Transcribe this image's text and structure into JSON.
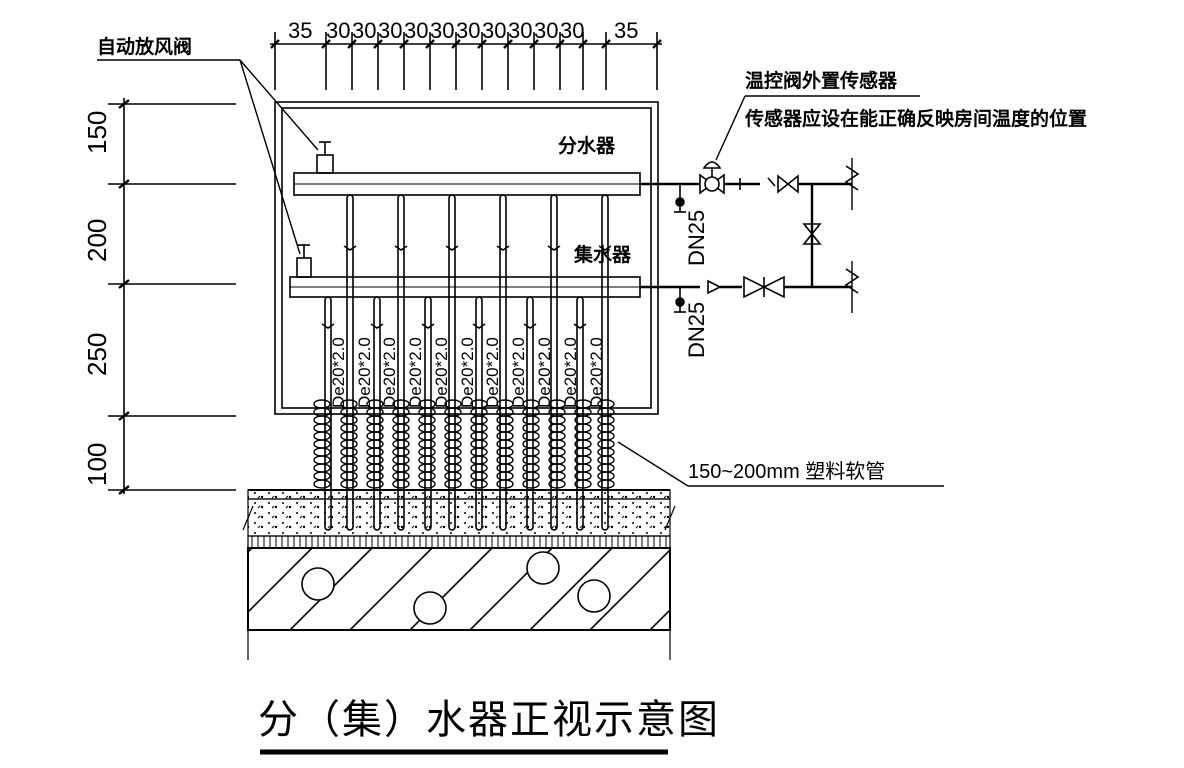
{
  "title": "分（集）水器正视示意图",
  "labels": {
    "auto_vent_valve": "自动放风阀",
    "supply_manifold": "分水器",
    "return_manifold": "集水器",
    "sensor_title": "温控阀外置传感器",
    "sensor_note": "传感器应设在能正确反映房间温度的位置",
    "soft_pipe": "150~200mm 塑料软管",
    "dn_supply": "DN25",
    "dn_return": "DN25",
    "pipe_spec": "De20*2.0"
  },
  "dimensions": {
    "top": [
      "35",
      "30",
      "30",
      "30",
      "30",
      "30",
      "30",
      "30",
      "30",
      "30",
      "30",
      "35"
    ],
    "left": [
      "150",
      "200",
      "250",
      "100"
    ]
  }
}
